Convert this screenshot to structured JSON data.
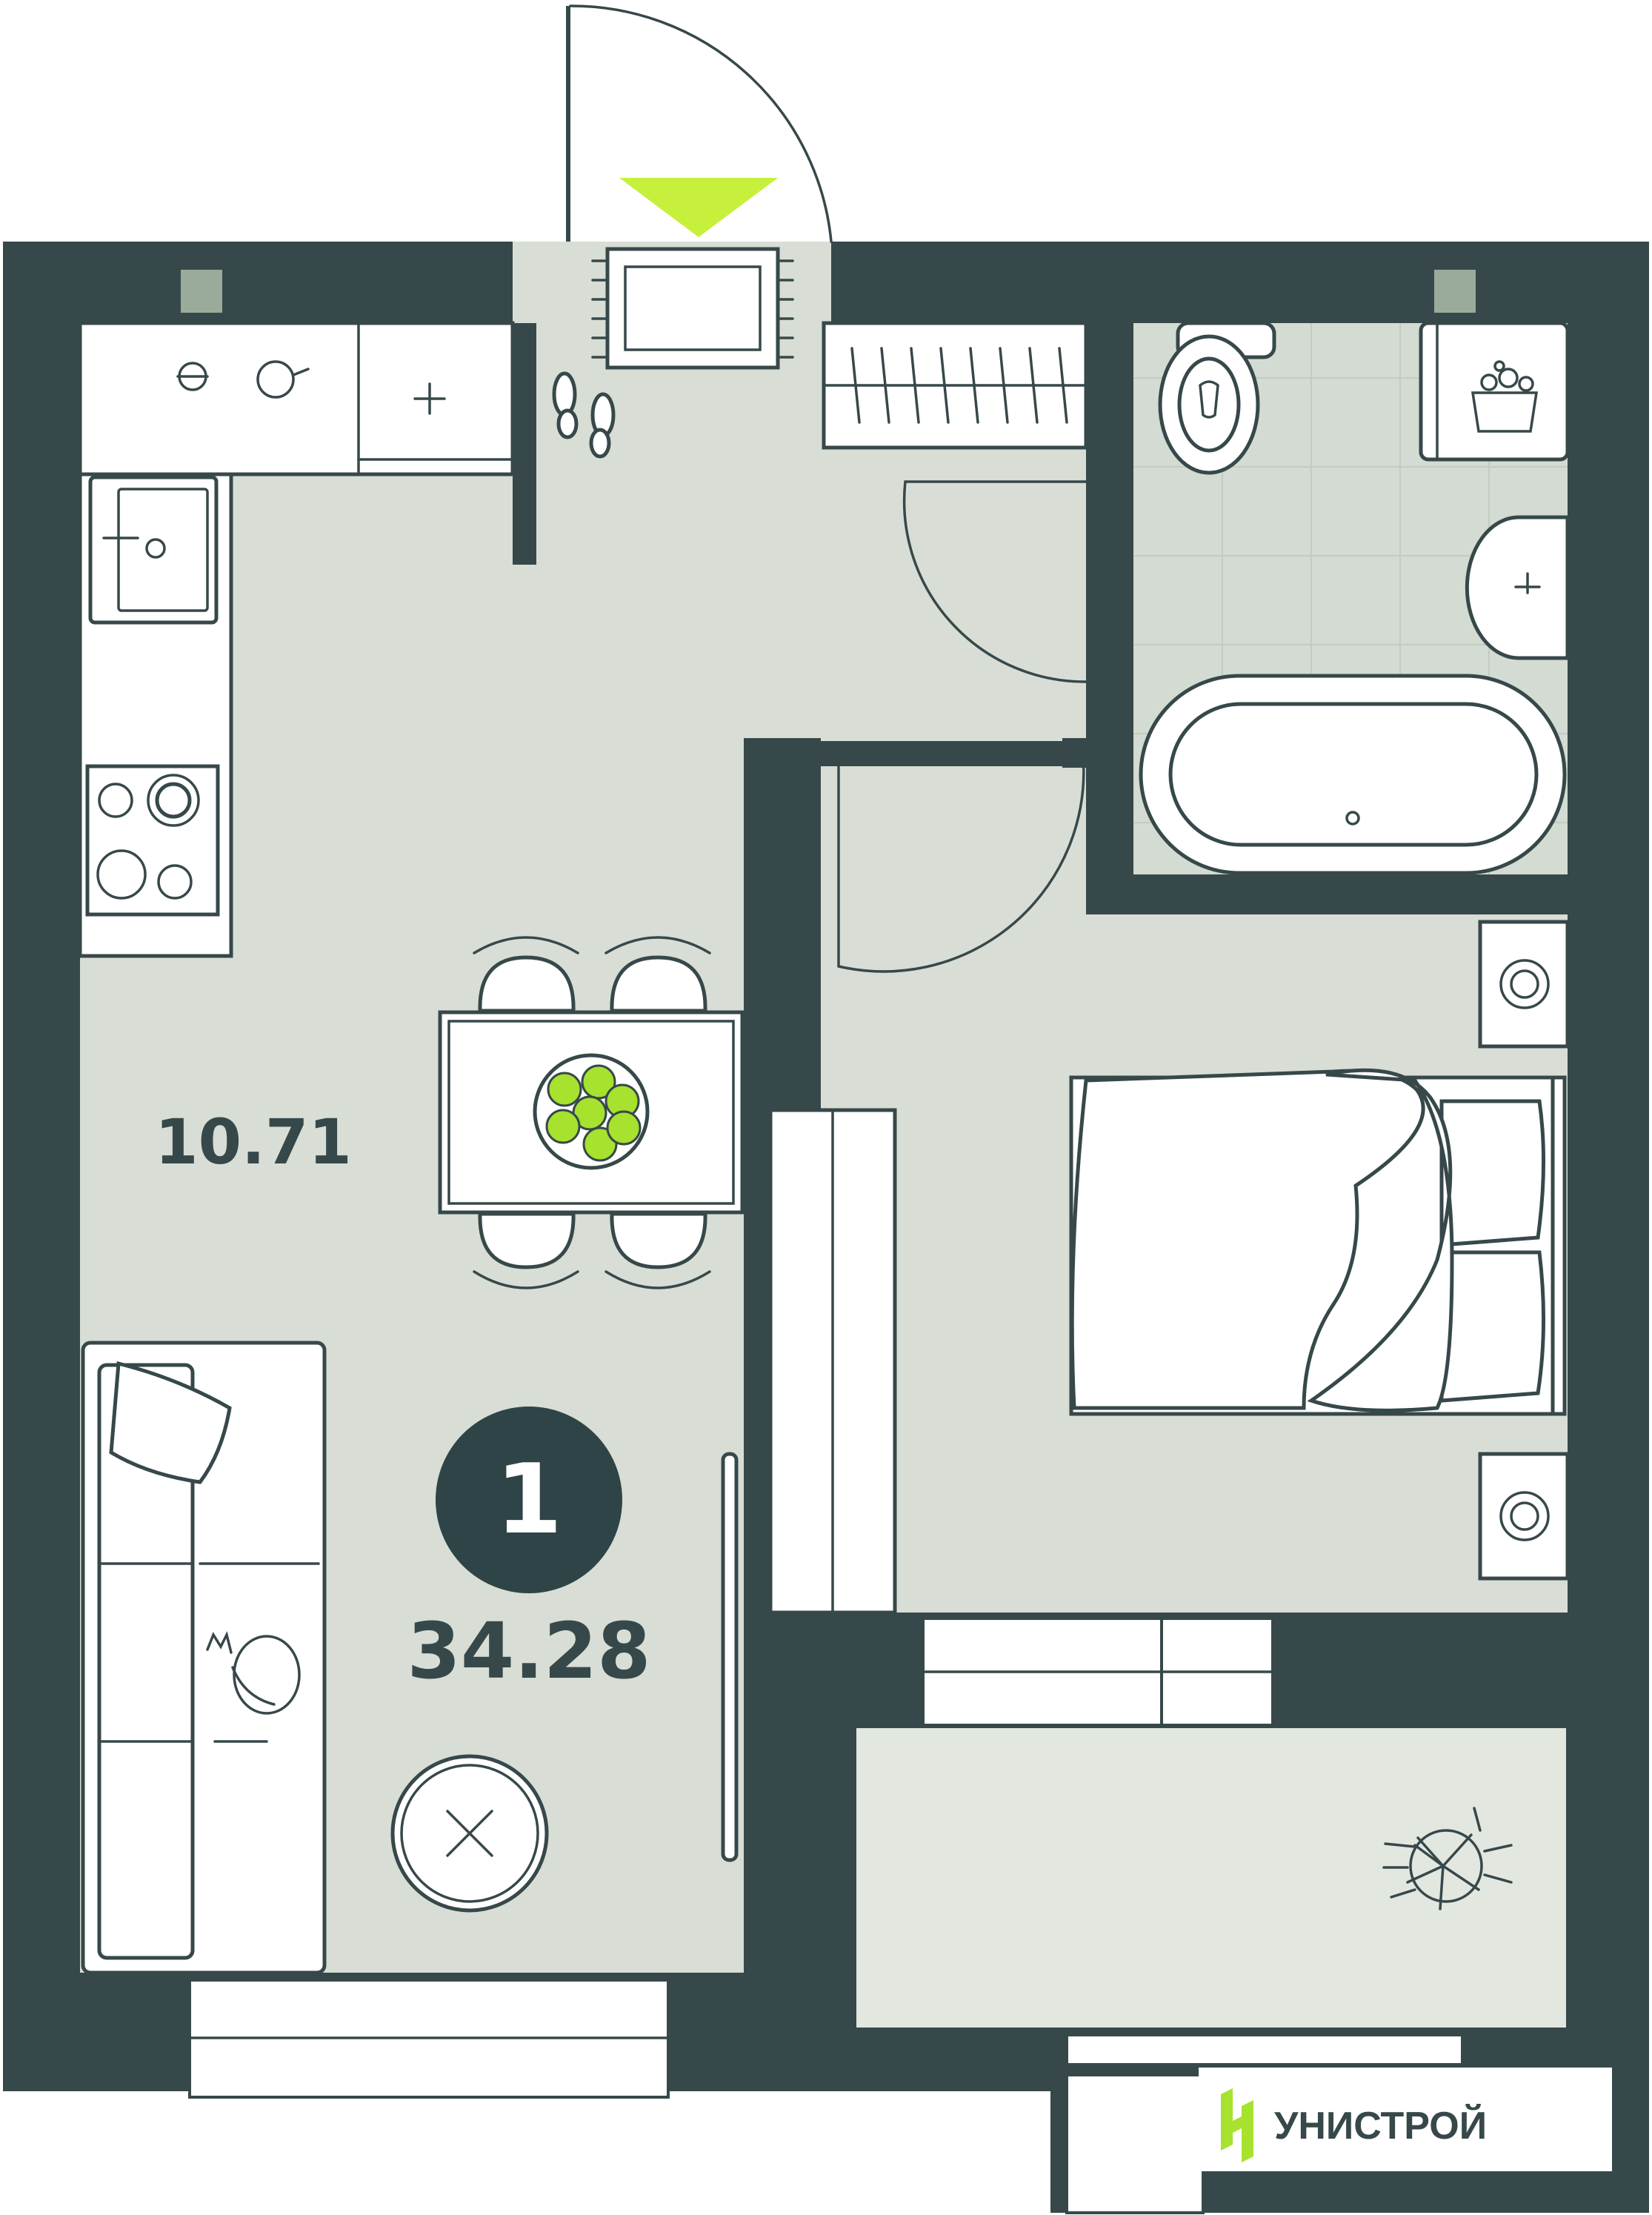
{
  "plan": {
    "room_count": "1",
    "total_area": "34.28",
    "kitchen_area": "10.71"
  },
  "brand": {
    "name": "УНИСТРОЙ",
    "icon": "unistroy-logo-icon",
    "accent_color": "#a6e22e"
  },
  "colors": {
    "wall": "#37484a",
    "floor": "#d8ded5",
    "entry_marker": "#c6f03c"
  }
}
